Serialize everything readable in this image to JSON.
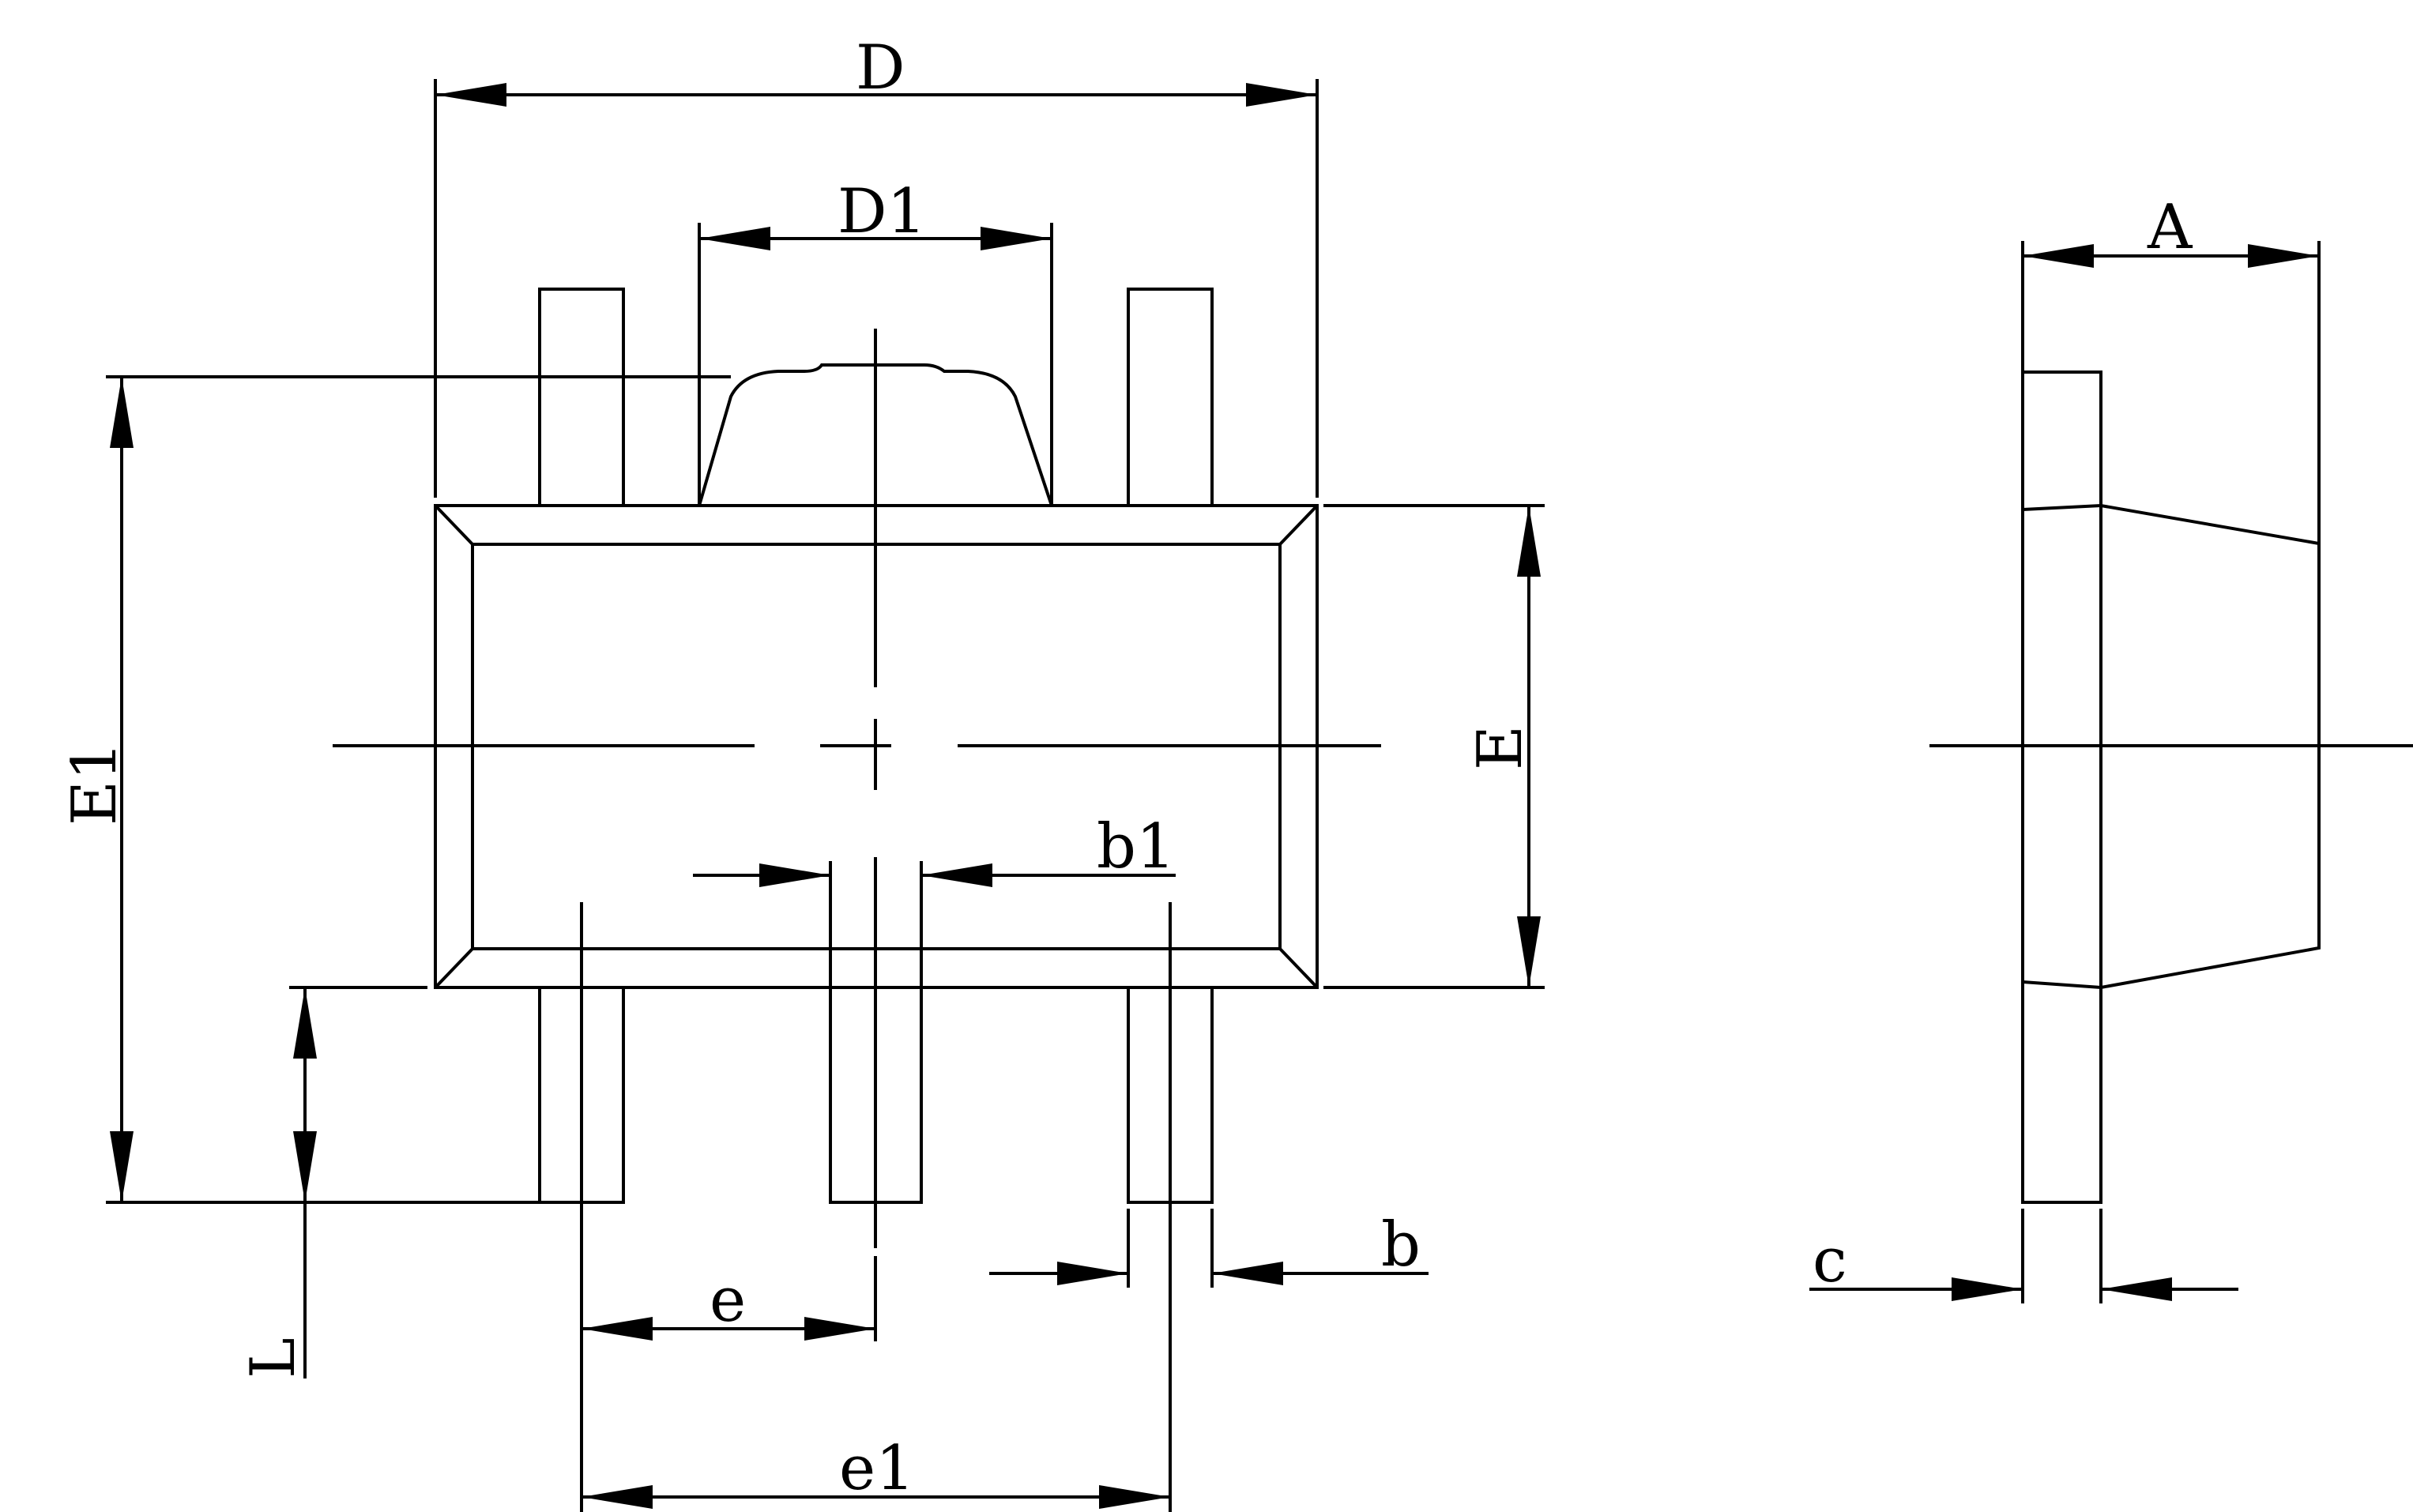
{
  "labels": {
    "D": "D",
    "D1": "D1",
    "E": "E",
    "E1": "E1",
    "A": "A",
    "b": "b",
    "b1": "b1",
    "c": "c",
    "e": "e",
    "e1": "e1",
    "L": "L"
  },
  "colors": {
    "line": "#000000",
    "background": "#ffffff"
  }
}
